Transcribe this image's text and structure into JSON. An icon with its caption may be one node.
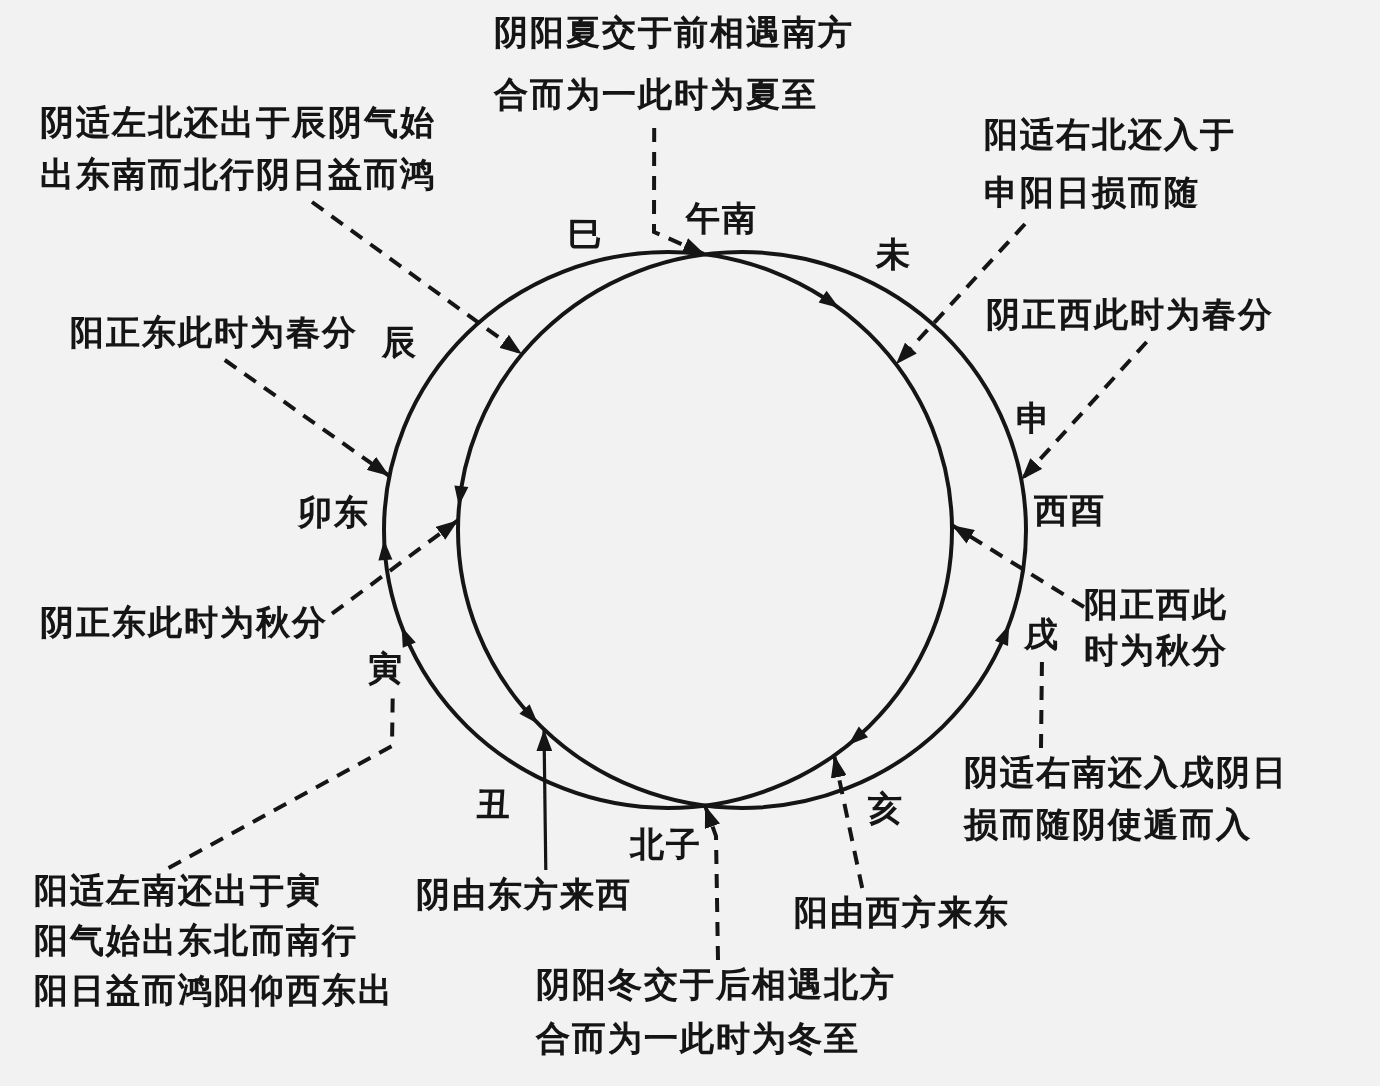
{
  "diagram": {
    "nodes": [
      {
        "text": [
          "阴阳夏交于前相遇南方合而为一此时为夏至"
        ]
      },
      {
        "text": [
          "阴适左北还出于辰阴气始出东南而北行阴日益而鸿"
        ]
      },
      {
        "text": [
          "阳适右北还入于申阳日损而随"
        ]
      },
      {
        "text": [
          "阳正东此时为春分"
        ]
      },
      {
        "text": [
          "阴正西此时为春分"
        ]
      },
      {
        "text": [
          "阴正东此时为秋分"
        ]
      },
      {
        "text": [
          "寅"
        ]
      },
      {
        "text": [
          "戌"
        ]
      },
      {
        "text": [
          "阳正西此时为秋分"
        ]
      },
      {
        "text": [
          "阴适右南还入戌阴日损而随阴使遁而入"
        ]
      },
      {
        "text": [
          "阳适左南还出于寅阳气始出东北而南行阳日益而鸿阳仰西东出"
        ]
      },
      {
        "text": [
          "阴由东方来西"
        ]
      },
      {
        "text": [
          "阳由西方来东"
        ]
      },
      {
        "text": [
          "阴阳冬交于后相遇北方合而为一此时为冬至"
        ]
      },
      {
        "text": [],
        "shape": "circle"
      },
      {
        "text": [],
        "shape": "circle"
      }
    ],
    "edges": [
      {
        "from": 0,
        "to": 14,
        "arrow": "to",
        "style": "dashed"
      },
      {
        "from": 1,
        "to": 15,
        "arrow": "to",
        "style": "dashed"
      },
      {
        "from": 2,
        "to": 14,
        "arrow": "to",
        "style": "dashed"
      },
      {
        "from": 3,
        "to": 14,
        "arrow": "to",
        "style": "dashed"
      },
      {
        "from": 4,
        "to": 15,
        "arrow": "to",
        "style": "dashed"
      },
      {
        "from": 5,
        "to": 15,
        "arrow": "to",
        "style": "dashed"
      },
      {
        "from": 8,
        "to": 14,
        "arrow": "to",
        "style": "dashed"
      },
      {
        "from": 9,
        "to": 7,
        "arrow": "none",
        "style": "dashed"
      },
      {
        "from": 10,
        "to": 6,
        "arrow": "none",
        "style": "dashed"
      },
      {
        "from": 11,
        "to": 15,
        "arrow": "to"
      },
      {
        "from": 12,
        "to": 14,
        "arrow": "to",
        "style": "dashed"
      },
      {
        "from": 13,
        "to": 14,
        "arrow": "to",
        "style": "dashed"
      }
    ],
    "labels": [
      "巳",
      "午南",
      "未",
      "辰",
      "申",
      "卯东",
      "西酉",
      "丑",
      "北子",
      "亥"
    ]
  }
}
